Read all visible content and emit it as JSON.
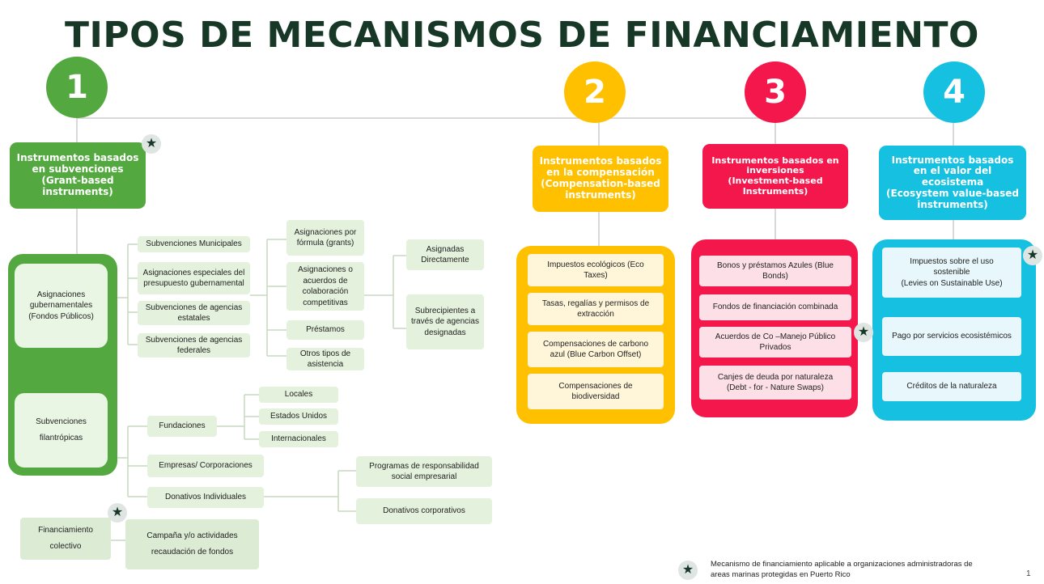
{
  "title": "TIPOS DE MECANISMOS DE FINANCIAMIENTO",
  "colors": {
    "green": "#53a93f",
    "yellow": "#ffc000",
    "red": "#f3174c",
    "blue": "#16c0e0",
    "title": "#173826"
  },
  "groups": [
    {
      "number": "1",
      "header": [
        "Instrumentos basados",
        "en subvenciones",
        "(Grant-based",
        "instruments)"
      ]
    },
    {
      "number": "2",
      "header": [
        "Instrumentos basados",
        "en la compensación",
        "(Compensation-based",
        "instruments)"
      ]
    },
    {
      "number": "3",
      "header": [
        "Instrumentos basados en",
        "inversiones",
        "(Investment-based",
        "Instruments)"
      ]
    },
    {
      "number": "4",
      "header": [
        "Instrumentos basados",
        "en el valor del",
        "ecosistema",
        "(Ecosystem value-based",
        "instruments)"
      ]
    }
  ],
  "g1": {
    "gov": [
      "Asignaciones",
      "gubernamentales",
      "(Fondos Públicos)"
    ],
    "phil": [
      "Subvenciones",
      "filantrópicas"
    ],
    "gov_items": [
      "Subvenciones Municipales",
      "Asignaciones especiales del presupuesto gubernamental",
      "Subvenciones de agencias estatales",
      "Subvenciones de agencias federales"
    ],
    "assign_types": [
      "Asignaciones por fórmula (grants)",
      "Asignaciones o acuerdos de colaboración competitivas",
      "Préstamos",
      "Otros tipos de asistencia"
    ],
    "dist": [
      "Asignadas Directamente",
      "Subrecipientes a través de agencias designadas"
    ],
    "fund": "Fundaciones",
    "fund_items": [
      "Locales",
      "Estados Unidos",
      "Internacionales"
    ],
    "corp": "Empresas/ Corporaciones",
    "indiv": "Donativos Individuales",
    "corp_items": [
      "Programas de responsabilidad social empresarial",
      "Donativos corporativos"
    ],
    "crowd": [
      "Financiamiento",
      "colectivo"
    ],
    "campaign": [
      "Campaña y/o actividades",
      "recaudación de fondos"
    ]
  },
  "g2_items": [
    [
      "Impuestos ecológicos (Eco",
      "Taxes)"
    ],
    [
      "Tasas, regalías y permisos de",
      "extracción"
    ],
    [
      "Compensaciones de carbono",
      "azul (Blue Carbon Offset)"
    ],
    [
      "Compensaciones de",
      "biodiversidad"
    ]
  ],
  "g3_items": [
    [
      "Bonos y préstamos Azules (Blue",
      "Bonds)"
    ],
    [
      "Fondos de financiación combinada"
    ],
    [
      "Acuerdos de Co –Manejo Público",
      "Privados"
    ],
    [
      "Canjes de deuda por naturaleza",
      "(Debt - for - Nature Swaps)"
    ]
  ],
  "g4_items": [
    [
      "Impuestos sobre el uso",
      "sostenible",
      "(Levies on Sustainable Use)"
    ],
    [
      "Pago por servicios ecosistémicos"
    ],
    [
      "Créditos de la naturaleza"
    ]
  ],
  "legend": {
    "icon": "star-icon",
    "text": [
      "Mecanismo de financiamiento aplicable a organizaciones administradoras de",
      "areas marinas protegidas en Puerto Rico"
    ]
  },
  "page_number": "1"
}
